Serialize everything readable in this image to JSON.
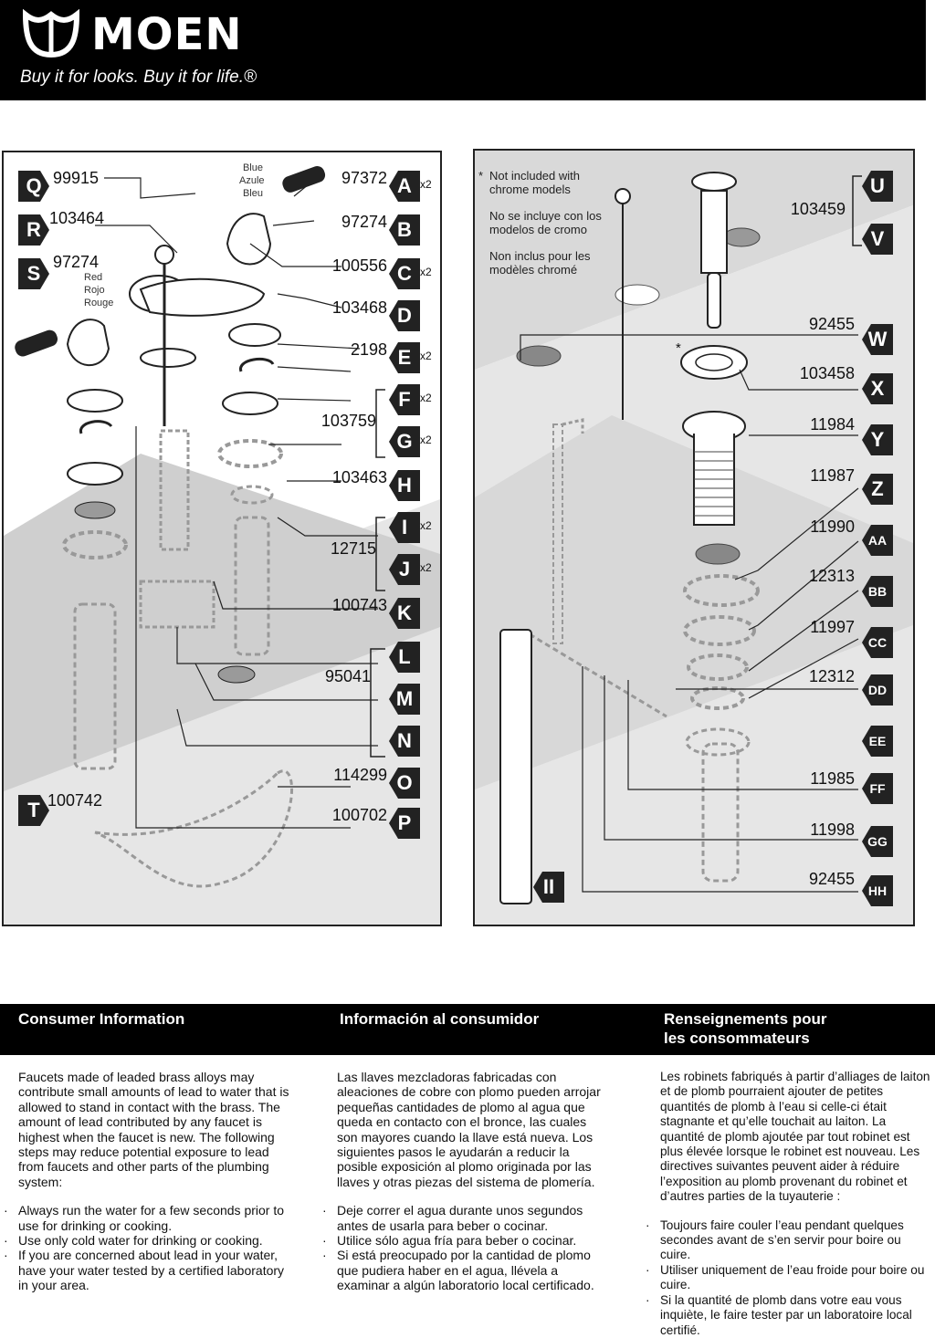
{
  "header": {
    "brand": "MOEN",
    "tagline": "Buy it for looks. Buy it for life.®"
  },
  "parts_left": [
    {
      "letter": "A",
      "number": "97372",
      "qty": "x2"
    },
    {
      "letter": "B",
      "number": "97274",
      "qty": ""
    },
    {
      "letter": "C",
      "number": "100556",
      "qty": "x2"
    },
    {
      "letter": "D",
      "number": "103468",
      "qty": ""
    },
    {
      "letter": "E",
      "number": "2198",
      "qty": "x2"
    },
    {
      "letter": "F",
      "number": "",
      "qty": "x2"
    },
    {
      "letter": "G",
      "number": "103759",
      "qty": "x2"
    },
    {
      "letter": "H",
      "number": "103463",
      "qty": ""
    },
    {
      "letter": "I",
      "number": "",
      "qty": "x2"
    },
    {
      "letter": "J",
      "number": "12715",
      "qty": "x2"
    },
    {
      "letter": "K",
      "number": "100743",
      "qty": ""
    },
    {
      "letter": "L",
      "number": "",
      "qty": ""
    },
    {
      "letter": "M",
      "number": "95041",
      "qty": ""
    },
    {
      "letter": "N",
      "number": "",
      "qty": ""
    },
    {
      "letter": "O",
      "number": "114299",
      "qty": ""
    },
    {
      "letter": "P",
      "number": "100702",
      "qty": ""
    }
  ],
  "parts_left_side": [
    {
      "letter": "Q",
      "number": "99915"
    },
    {
      "letter": "R",
      "number": "103464"
    },
    {
      "letter": "S",
      "number": "97274"
    },
    {
      "letter": "T",
      "number": "100742"
    }
  ],
  "color_labels_top": [
    "Blue",
    "Azule",
    "Bleu"
  ],
  "color_labels_red": [
    "Red",
    "Rojo",
    "Rouge"
  ],
  "parts_right": [
    {
      "letter": "U",
      "number": ""
    },
    {
      "letter": "V",
      "number": "103459"
    },
    {
      "letter": "W",
      "number": "92455"
    },
    {
      "letter": "X",
      "number": "103458"
    },
    {
      "letter": "Y",
      "number": "11984"
    },
    {
      "letter": "Z",
      "number": "11987"
    },
    {
      "letter": "AA",
      "number": "11990"
    },
    {
      "letter": "BB",
      "number": "12313"
    },
    {
      "letter": "CC",
      "number": "11997"
    },
    {
      "letter": "DD",
      "number": "12312"
    },
    {
      "letter": "EE",
      "number": ""
    },
    {
      "letter": "FF",
      "number": "11985"
    },
    {
      "letter": "GG",
      "number": "11998"
    },
    {
      "letter": "HH",
      "number": "92455"
    }
  ],
  "part_ii": {
    "letter": "II"
  },
  "right_note": {
    "asterisk": "*",
    "en": "Not included with chrome models",
    "es": "No se incluye con los modelos de cromo",
    "fr": "Non inclus pour les modèles chromé"
  },
  "consumer_info": {
    "en": {
      "heading": "Consumer Information",
      "intro": "Faucets made of leaded brass alloys may contribute small amounts of lead to water that is allowed to stand in contact with the brass.  The amount of lead contributed by any faucet is highest when the faucet is new. The following steps may reduce potential exposure to lead from faucets and other parts of the plumbing system:",
      "bullets": [
        "Always run the water for a few seconds prior to use for drinking or cooking.",
        "Use only cold water for drinking or cooking.",
        "If you are concerned about lead in your water, have your water tested by a certified laboratory in your area."
      ]
    },
    "es": {
      "heading": "Información al consumidor",
      "intro": "Las llaves mezcladoras fabricadas con aleaciones de cobre con plomo pueden arrojar pequeñas cantidades de plomo al agua que queda en contacto con el bronce, las cuales son mayores cuando la llave está nueva. Los siguientes pasos le ayudarán a reducir la posible exposición al plomo originada por las llaves y otras piezas del sistema de plomería.",
      "bullets": [
        "Deje correr el agua durante unos segundos antes de usarla para beber o cocinar.",
        "Utilice sólo agua fría para beber o cocinar.",
        "Si está preocupado por la cantidad de plomo que pudiera haber en el agua, llévela a examinar a algún laboratorio local certificado."
      ]
    },
    "fr": {
      "heading_line1": "Renseignements pour",
      "heading_line2": "les consommateurs",
      "intro": "Les robinets fabriqués à partir d’alliages de laiton et de plomb pourraient ajouter de petites quantités de plomb à l’eau si celle-ci était stagnante et qu’elle touchait au laiton. La quantité de plomb ajoutée par tout robinet est plus élevée lorsque le robinet est nouveau. Les directives suivantes peuvent aider à réduire l’exposition au plomb provenant du robinet et d’autres parties de la tuyauterie :",
      "bullets": [
        "Toujours faire couler l’eau pendant quelques secondes avant de s’en servir pour boire ou cuire.",
        "Utiliser uniquement de l’eau froide pour boire ou cuire.",
        "Si la quantité de plomb dans votre eau vous inquiète, le faire tester par un laboratoire local certifié."
      ]
    }
  }
}
